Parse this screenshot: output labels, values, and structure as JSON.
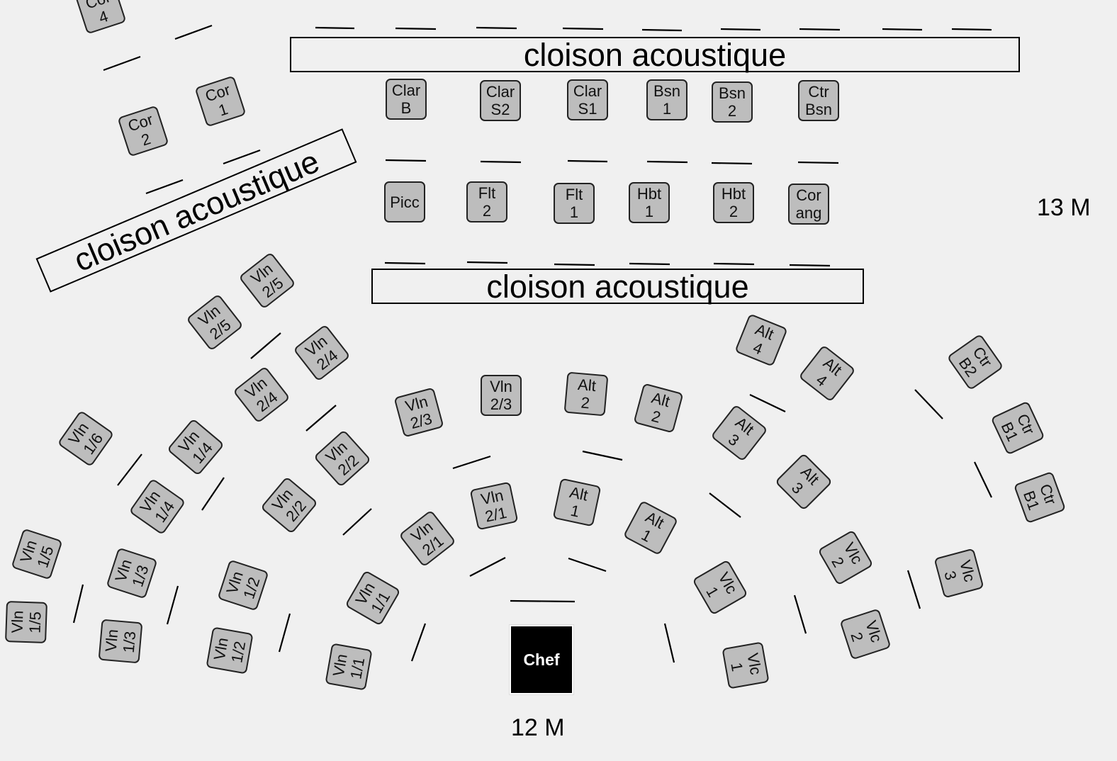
{
  "walls": [
    {
      "id": "wall-top",
      "label": "cloison acoustique"
    },
    {
      "id": "wall-middle",
      "label": "cloison acoustique"
    },
    {
      "id": "wall-left",
      "label": "cloison acoustique"
    }
  ],
  "conductor": {
    "label": "Chef"
  },
  "dimensions": {
    "front": "12 M",
    "side": "13 M"
  },
  "seats": [
    {
      "l1": "Cor",
      "l2": "4"
    },
    {
      "l1": "Cor",
      "l2": "2"
    },
    {
      "l1": "Cor",
      "l2": "1"
    },
    {
      "l1": "Clar",
      "l2": "B"
    },
    {
      "l1": "Clar",
      "l2": "S2"
    },
    {
      "l1": "Clar",
      "l2": "S1"
    },
    {
      "l1": "Bsn",
      "l2": "1"
    },
    {
      "l1": "Bsn",
      "l2": "2"
    },
    {
      "l1": "Ctr",
      "l2": "Bsn"
    },
    {
      "l1": "Picc",
      "l2": ""
    },
    {
      "l1": "Flt",
      "l2": "2"
    },
    {
      "l1": "Flt",
      "l2": "1"
    },
    {
      "l1": "Hbt",
      "l2": "1"
    },
    {
      "l1": "Hbt",
      "l2": "2"
    },
    {
      "l1": "Cor",
      "l2": "ang"
    },
    {
      "l1": "Vln",
      "l2": "2/5"
    },
    {
      "l1": "Vln",
      "l2": "2/5"
    },
    {
      "l1": "Vln",
      "l2": "2/4"
    },
    {
      "l1": "Vln",
      "l2": "2/4"
    },
    {
      "l1": "Vln",
      "l2": "2/3"
    },
    {
      "l1": "Vln",
      "l2": "2/3"
    },
    {
      "l1": "Alt",
      "l2": "2"
    },
    {
      "l1": "Alt",
      "l2": "2"
    },
    {
      "l1": "Alt",
      "l2": "4"
    },
    {
      "l1": "Alt",
      "l2": "4"
    },
    {
      "l1": "Alt",
      "l2": "3"
    },
    {
      "l1": "Alt",
      "l2": "3"
    },
    {
      "l1": "Vln",
      "l2": "1/6"
    },
    {
      "l1": "Vln",
      "l2": "1/4"
    },
    {
      "l1": "Vln",
      "l2": "1/4"
    },
    {
      "l1": "Vln",
      "l2": "2/2"
    },
    {
      "l1": "Vln",
      "l2": "2/2"
    },
    {
      "l1": "Vln",
      "l2": "2/1"
    },
    {
      "l1": "Vln",
      "l2": "2/1"
    },
    {
      "l1": "Alt",
      "l2": "1"
    },
    {
      "l1": "Alt",
      "l2": "1"
    },
    {
      "l1": "Ctr",
      "l2": "B2"
    },
    {
      "l1": "Ctr",
      "l2": "B1"
    },
    {
      "l1": "Ctr",
      "l2": "B1"
    },
    {
      "l1": "Vln",
      "l2": "1/5"
    },
    {
      "l1": "Vln",
      "l2": "1/5"
    },
    {
      "l1": "Vln",
      "l2": "1/3"
    },
    {
      "l1": "Vln",
      "l2": "1/3"
    },
    {
      "l1": "Vln",
      "l2": "1/2"
    },
    {
      "l1": "Vln",
      "l2": "1/2"
    },
    {
      "l1": "Vln",
      "l2": "1/1"
    },
    {
      "l1": "Vln",
      "l2": "1/1"
    },
    {
      "l1": "Vlc",
      "l2": "1"
    },
    {
      "l1": "Vlc",
      "l2": "1"
    },
    {
      "l1": "Vlc",
      "l2": "2"
    },
    {
      "l1": "Vlc",
      "l2": "2"
    },
    {
      "l1": "Vlc",
      "l2": "3"
    }
  ]
}
